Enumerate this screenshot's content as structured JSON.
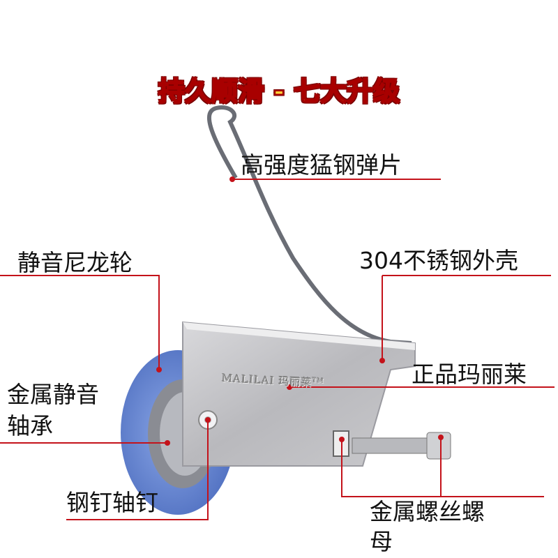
{
  "title": "持久顺滑 - 七大升级",
  "brand_mark": {
    "text": "MALILAI 玛丽莱",
    "tm": "TM"
  },
  "labels": {
    "spring": "高强度猛钢弹片",
    "wheel": "静音尼龙轮",
    "shell": "304不锈钢外壳",
    "genuine": "正品玛丽莱",
    "bearing_line1": "金属静音",
    "bearing_line2": "轴承",
    "pin": "钢钉轴钉",
    "screw_line1": "金属螺丝螺",
    "screw_line2": "母"
  },
  "colors": {
    "leader": "#c4121a",
    "wheel": "#6d8fd6",
    "title_fill": "#ffd23a",
    "title_stroke": "#a80000"
  }
}
